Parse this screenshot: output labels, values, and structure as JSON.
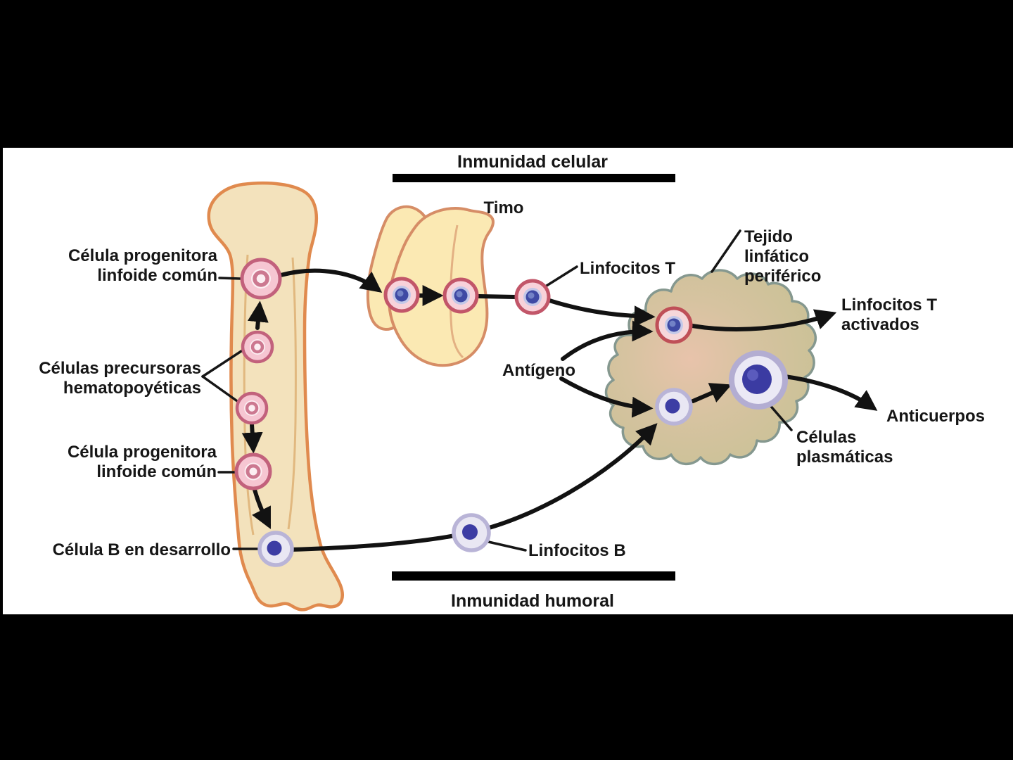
{
  "titles": {
    "cellular": "Inmunidad celular",
    "humoral": "Inmunidad humoral"
  },
  "labels": {
    "progenitor_top": {
      "lines": [
        "Célula progenitora",
        "linfoide común"
      ]
    },
    "precursors": {
      "lines": [
        "Células precursoras",
        "hematopoyéticas"
      ]
    },
    "progenitor_bottom": {
      "lines": [
        "Célula progenitora",
        "linfoide común"
      ]
    },
    "developing_b": "Célula B en desarrollo",
    "thymus": "Timo",
    "t_lymphocytes": "Linfocitos T",
    "peripheral_tissue": {
      "lines": [
        "Tejido",
        "linfático",
        "periférico"
      ]
    },
    "activated_t": {
      "lines": [
        "Linfocitos T",
        "activados"
      ]
    },
    "antigen": "Antígeno",
    "antibodies": "Anticuerpos",
    "plasma_cells": {
      "lines": [
        "Células",
        "plasmáticas"
      ]
    },
    "b_lymphocytes": "Linfocitos B"
  },
  "colors": {
    "background": "#000000",
    "canvas": "#ffffff",
    "text": "#161616",
    "arrow": "#121212",
    "bone_fill": "#f3e2bc",
    "bone_outline": "#e08a4e",
    "bone_inner_line": "#e1b87f",
    "thymus_fill": "#fbe9b3",
    "thymus_outline": "#d68d66",
    "lymph_node_fill": "#ccc198",
    "lymph_node_center": "#e8c3ab",
    "lymph_node_outline": "#85988f",
    "pink_cell_fill": "#f6c6d2",
    "pink_cell_ring": "#c2617c",
    "pink_cell_core": "#fceef2",
    "t_cell_ring": "#c25669",
    "t_cell_fill": "#f8d2da",
    "t_nucleus": "#3f4aa4",
    "b_cell_ring": "#b9b4d7",
    "b_cell_fill": "#e9e7f3",
    "b_nucleus": "#3d3da4",
    "divider_bar": "#000000"
  }
}
